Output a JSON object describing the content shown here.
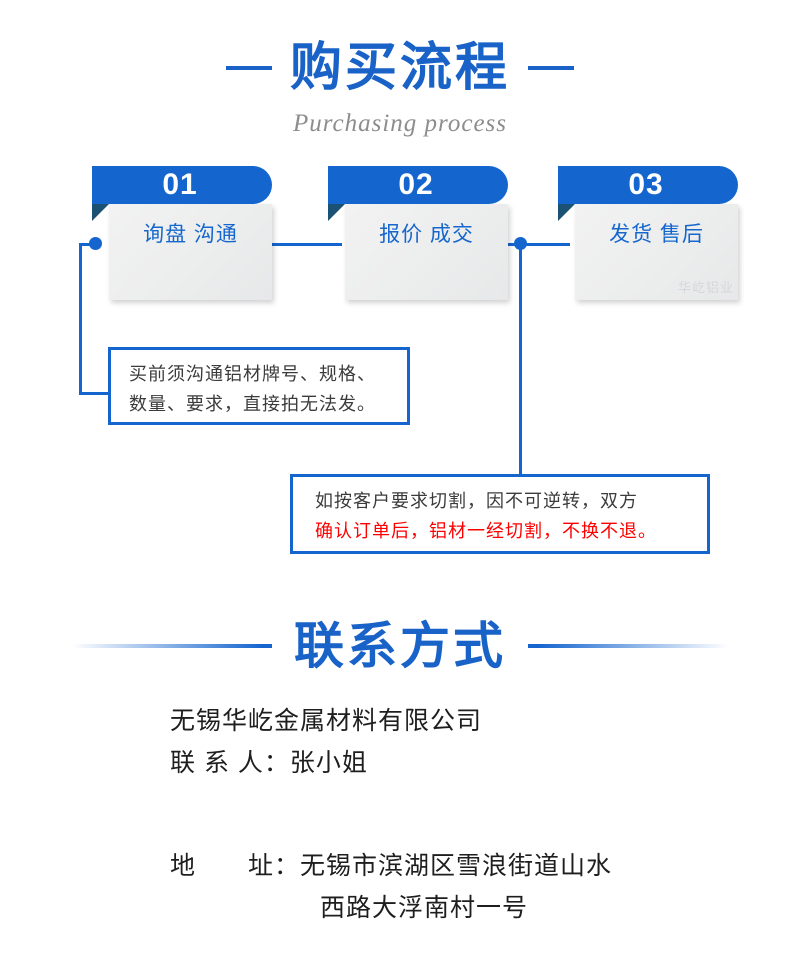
{
  "theme": {
    "brand_blue": "#1565cf",
    "title_blue": "#1862c8",
    "ribbon_fold": "#1b5273",
    "card_text_blue": "#1667cd",
    "body_gray": "#3b3b3b",
    "alert_red": "#ff0000",
    "subtitle_gray": "#8d8d8d"
  },
  "section_purchase": {
    "title": "购买流程",
    "subtitle": "Purchasing process",
    "steps": [
      {
        "number": "01",
        "label": "询盘 沟通",
        "watermark": ""
      },
      {
        "number": "02",
        "label": "报价 成交",
        "watermark": ""
      },
      {
        "number": "03",
        "label": "发货 售后",
        "watermark": "华屹铝业"
      }
    ],
    "callouts": [
      {
        "lines": [
          {
            "text": "买前须沟通铝材牌号、规格、",
            "color": "gray"
          },
          {
            "text": "数量、要求，直接拍无法发。",
            "color": "gray"
          }
        ]
      },
      {
        "lines": [
          {
            "text": "如按客户要求切割，因不可逆转，双方",
            "color": "gray"
          },
          {
            "text": "确认订单后，铝材一经切割，不换不退。",
            "color": "red"
          }
        ]
      }
    ]
  },
  "section_contact": {
    "title": "联系方式",
    "company": "无锡华屹金属材料有限公司",
    "contact_person": "联 系  人：张小姐",
    "address_label": "地　　址：无锡市滨湖区雪浪街道山水",
    "address_line2": "西路大浮南村一号"
  }
}
